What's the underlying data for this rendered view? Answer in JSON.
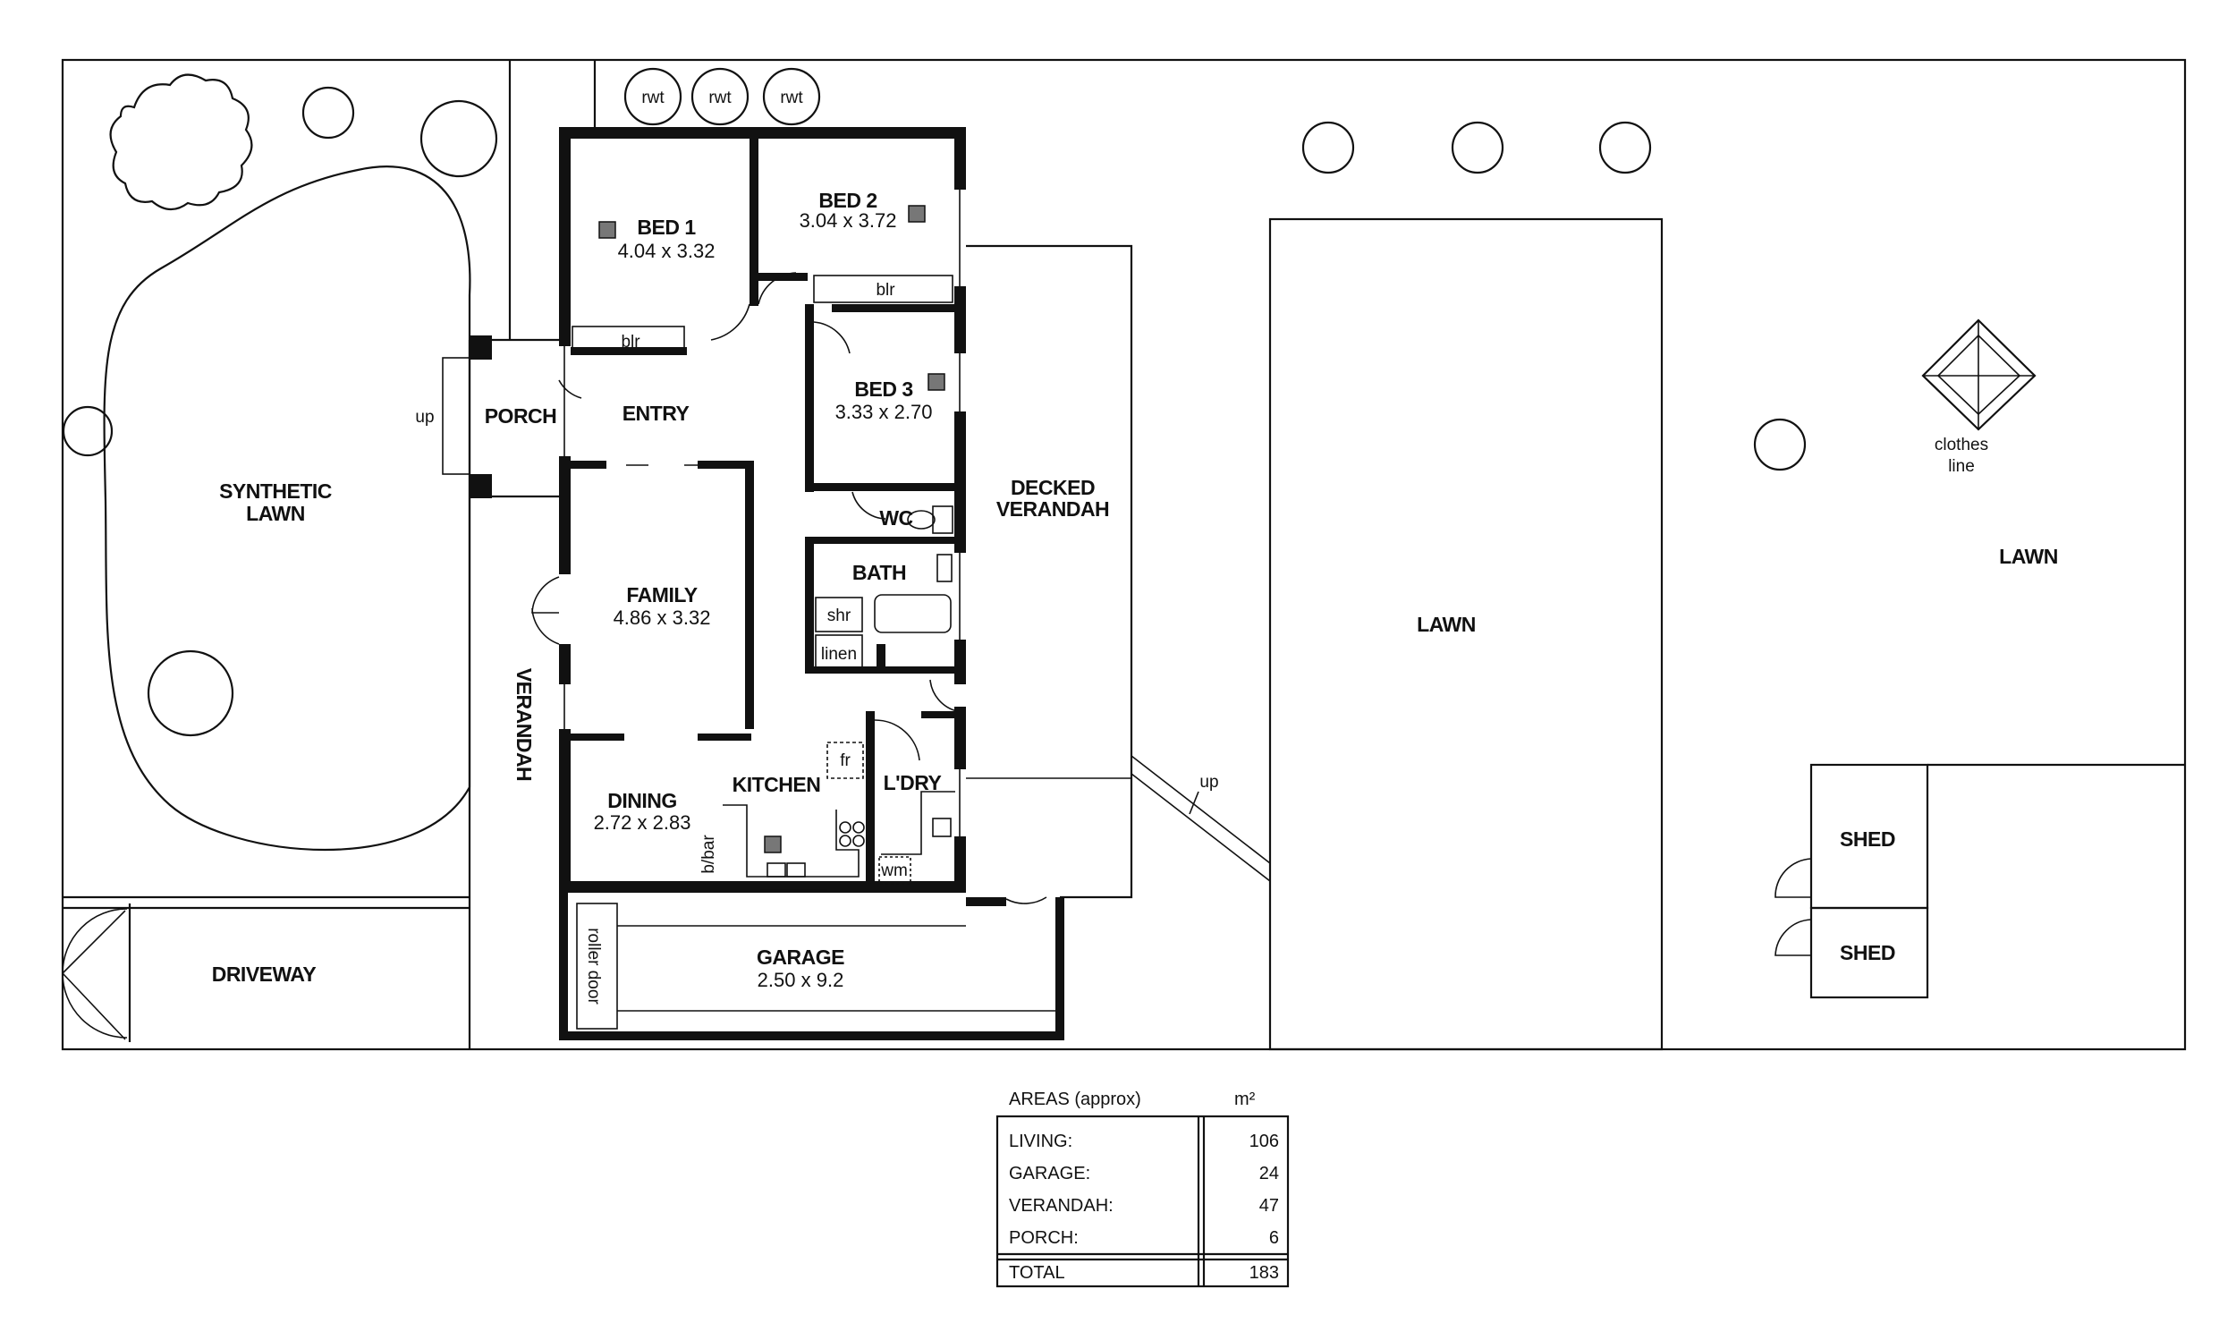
{
  "rooms": {
    "bed1": {
      "name": "BED 1",
      "dims": "4.04 x 3.32"
    },
    "bed2": {
      "name": "BED 2",
      "dims": "3.04 x 3.72"
    },
    "bed3": {
      "name": "BED 3",
      "dims": "3.33 x 2.70"
    },
    "family": {
      "name": "FAMILY",
      "dims": "4.86 x 3.32"
    },
    "dining": {
      "name": "DINING",
      "dims": "2.72 x 2.83"
    },
    "garage": {
      "name": "GARAGE",
      "dims": "2.50 x 9.2"
    },
    "kitchen": "KITCHEN",
    "entry": "ENTRY",
    "porch": "PORCH",
    "wc": "WC",
    "bath": "BATH",
    "laundry": "L'DRY"
  },
  "fixtures": {
    "rwt": [
      "rwt",
      "rwt",
      "rwt"
    ],
    "blr": "blr",
    "shr": "shr",
    "linen": "linen",
    "fr": "fr",
    "bbar": "b/bar",
    "wm": "wm",
    "roller_door": "roller door",
    "up": "up"
  },
  "outdoor": {
    "synthetic_lawn_1": "SYNTHETIC",
    "synthetic_lawn_2": "LAWN",
    "driveway": "DRIVEWAY",
    "verandah": "VERANDAH",
    "decked_verandah_1": "DECKED",
    "decked_verandah_2": "VERANDAH",
    "lawn": "LAWN",
    "shed": "SHED",
    "clothes_line_1": "clothes",
    "clothes_line_2": "line"
  },
  "areas": {
    "title": "AREAS (approx)",
    "unit": "m²",
    "rows": [
      {
        "label": "LIVING:",
        "value": "106"
      },
      {
        "label": "GARAGE:",
        "value": "24"
      },
      {
        "label": "VERANDAH:",
        "value": "47"
      },
      {
        "label": "PORCH:",
        "value": "6"
      }
    ],
    "total": {
      "label": "TOTAL",
      "value": "183"
    }
  }
}
